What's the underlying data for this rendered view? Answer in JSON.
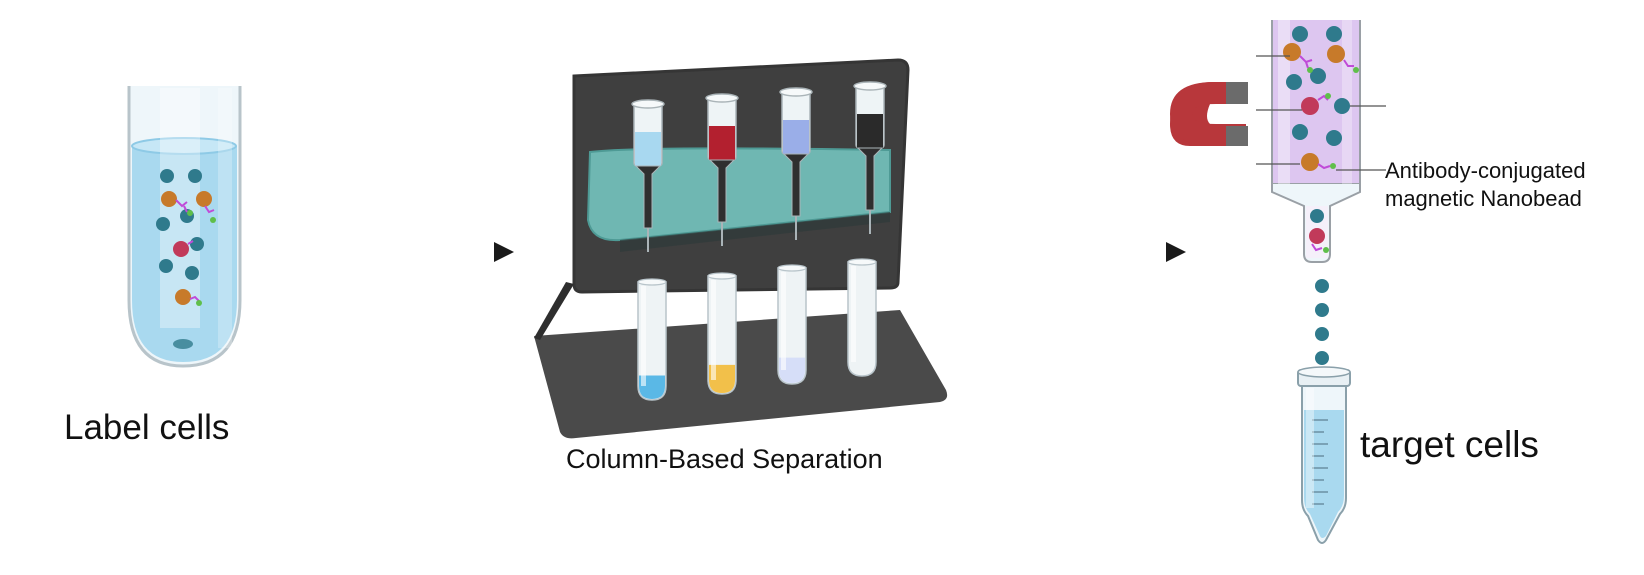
{
  "labels": {
    "step1": "Label cells",
    "step2": "Column-Based Separation",
    "step3": "target cells",
    "bead_line1": "Antibody-conjugated",
    "bead_line2": "magnetic Nanobead"
  },
  "colors": {
    "tube_liquid": "#a9d9ef",
    "cell_blue": "#2f7a8c",
    "cell_orange": "#c77a2a",
    "cell_red": "#c13a5a",
    "antibody": "#c04bd8",
    "bead": "#5fbf4a",
    "rack": "#3f3f3f",
    "rack_holder": "#6fb7b2",
    "magnet": "#b8373b",
    "column_fill": "#ddc6f0",
    "arrow": "#1a1a1a"
  },
  "collection_columns": [
    {
      "fill": "#a8d8f0"
    },
    {
      "fill": "#b3202f"
    },
    {
      "fill": "#9aaee8"
    },
    {
      "fill": "#2a2a2a"
    }
  ],
  "collection_tubes": [
    {
      "fill": "#5ab8e6"
    },
    {
      "fill": "#f2c04a"
    },
    {
      "fill": "#d6def8"
    },
    {
      "fill": "#e8eef2"
    }
  ]
}
